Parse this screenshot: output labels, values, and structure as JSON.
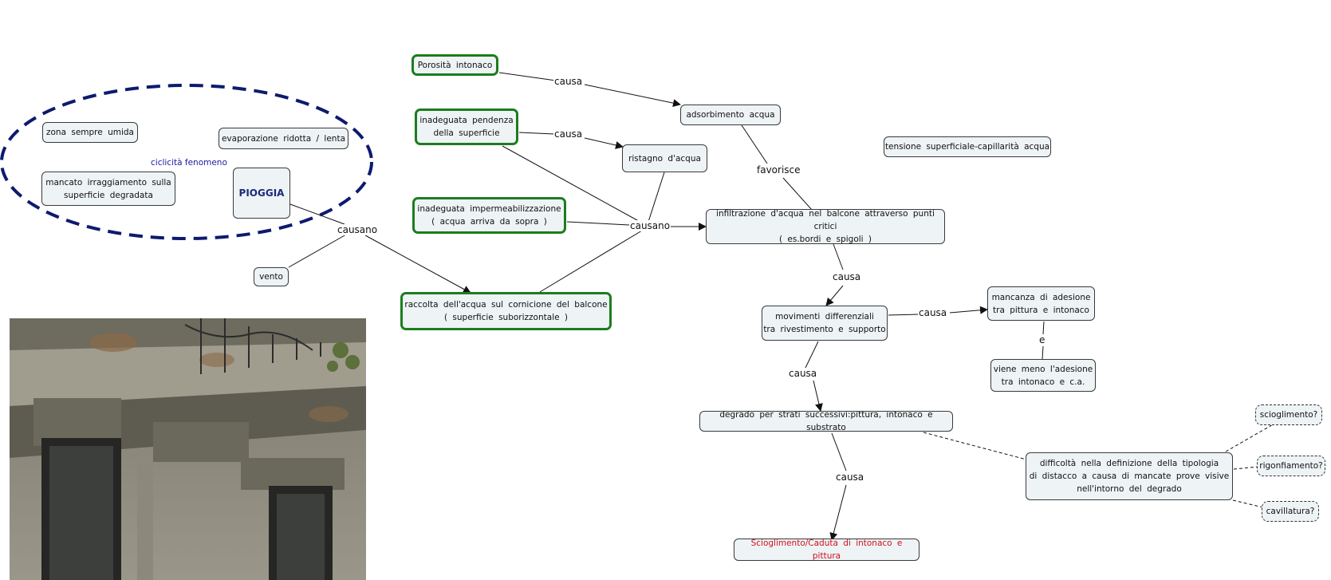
{
  "diagram": {
    "nodes": {
      "porosita": "Porosità  intonaco",
      "pendenza": "inadeguata  pendenza\ndella  superficie",
      "impermeabilizzazione": "inadeguata  impermeabilizzazione\n( acqua  arriva  da  sopra )",
      "raccolta": "raccolta  dell'acqua  sul  cornicione  del  balcone\n( superficie  suborizzontale )",
      "adsorbimento": "adsorbimento  acqua",
      "ristagno": "ristagno  d'acqua",
      "tensione": "tensione  superficiale-capillarità  acqua",
      "infiltrazione": "infiltrazione  d'acqua  nel  balcone  attraverso  punti  critici\n( es.bordi  e  spigoli )",
      "movimenti": "movimenti  differenziali\ntra  rivestimento  e  supporto",
      "mancanza": "mancanza  di  adesione\ntra  pittura  e  intonaco",
      "viene_meno": "viene  meno  l'adesione\ntra  intonaco  e    c.a.",
      "degrado": "degrado  per  strati  successivi:pittura,  intonaco  e  substrato",
      "scioglimento_caduta": "Scioglimento/Caduta  di  intonaco  e  pittura",
      "difficolta": "difficoltà  nella  definizione  della  tipologia\ndi  distacco  a  causa    di  mancate  prove  visive\nnell'intorno  del  degrado",
      "scioglimento_q": "scioglimento?",
      "rigonfiamento_q": "rigonfiamento?",
      "cavillatura_q": "cavillatura?",
      "zona_umida": "zona  sempre  umida",
      "evaporazione": "evaporazione  ridotta  /  lenta",
      "irraggiamento": "mancato  irraggiamento  sulla\nsuperficie  degradata",
      "pioggia": "PIOGGIA",
      "vento": "vento"
    },
    "labels": {
      "causa_1": "causa",
      "causa_2": "causa",
      "favorisce": "favorisce",
      "causano_1": "causano",
      "causano_2": "causano",
      "causa_3": "causa",
      "causa_4": "causa",
      "e": "e",
      "causa_5": "causa",
      "causa_6": "causa",
      "ciclicita": "ciclicità  fenomeno"
    },
    "colors": {
      "green_border": "#1d7d1d",
      "ellipse": "#0d1a6e",
      "red_text": "#d0101a",
      "node_fill": "#eef3f6"
    }
  }
}
